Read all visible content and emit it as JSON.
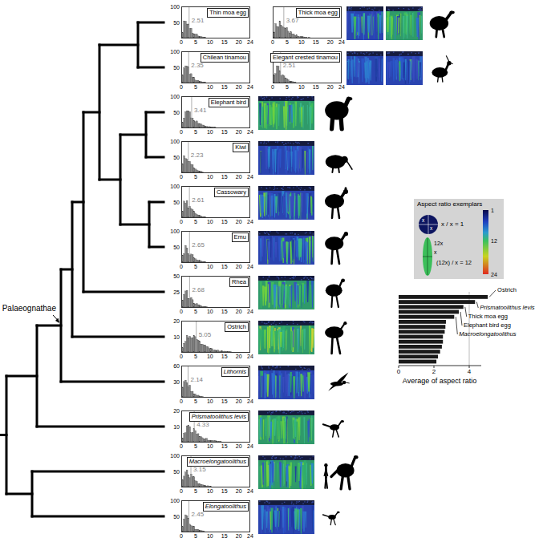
{
  "diagram": {
    "nodes": [
      {
        "text": [
          "Thin moa egg",
          "2.51"
        ]
      },
      {
        "text": [
          "Thick moa egg",
          "3.67"
        ]
      },
      {
        "text": [
          "Chilean tinamou",
          "2.35"
        ]
      },
      {
        "text": [
          "Elegant crested tinamou",
          "2.51"
        ]
      },
      {
        "text": [
          "Elephant bird",
          "3.41"
        ]
      },
      {
        "text": [
          "Kiwi",
          "2.23"
        ]
      },
      {
        "text": [
          "Aspect ratio exemplars",
          "x / x = 1",
          "(12x) / x = 12"
        ]
      },
      {
        "text": [
          "Cassowary",
          "2.61"
        ]
      },
      {
        "text": [
          "Emu",
          "2.65"
        ]
      },
      {
        "text": [
          "Rhea",
          "2.68"
        ]
      },
      {
        "text": [
          "Ostrich",
          "5.05"
        ]
      },
      {
        "text": [
          "Lithornis",
          "2.14"
        ]
      },
      {
        "text": [
          "Prismatoolithus levis",
          "4.33"
        ]
      },
      {
        "text": [
          "Macroelongatoolithus",
          "3.15"
        ]
      },
      {
        "text": [
          "Elongatoolithus",
          "2.45"
        ]
      }
    ],
    "labels": [
      "Palaeognathae",
      "100",
      "50",
      "0",
      "5",
      "10",
      "15",
      "20",
      "24",
      "0",
      "5",
      "10",
      "15",
      "20",
      "24",
      "100",
      "50",
      "0",
      "5",
      "10",
      "15",
      "20",
      "24",
      "0",
      "5",
      "10",
      "15",
      "20",
      "24",
      "100",
      "50",
      "0",
      "5",
      "10",
      "15",
      "20",
      "24",
      "100",
      "50",
      "0",
      "5",
      "10",
      "15",
      "20",
      "24",
      "100",
      "50",
      "0",
      "5",
      "10",
      "15",
      "20",
      "24",
      "100",
      "50",
      "0",
      "5",
      "10",
      "15",
      "20",
      "24",
      "50",
      "25",
      "0",
      "5",
      "10",
      "15",
      "20",
      "24",
      "20",
      "10",
      "0",
      "5",
      "10",
      "15",
      "20",
      "24",
      "60",
      "30",
      "0",
      "5",
      "10",
      "15",
      "20",
      "24",
      "20",
      "10",
      "0",
      "5",
      "10",
      "15",
      "20",
      "24",
      "100",
      "50",
      "0",
      "5",
      "10",
      "15",
      "20",
      "24",
      "100",
      "50",
      "0",
      "5",
      "10",
      "15",
      "20",
      "24",
      "x",
      "x",
      "12x",
      "x",
      "1",
      "12",
      "24",
      "Ostrich",
      "Prismatoolithus levis",
      "Thick moa egg",
      "Elephant bird egg",
      "Macroelongatoolithus",
      "0",
      "2",
      "4",
      "Average of aspect ratio"
    ]
  }
}
